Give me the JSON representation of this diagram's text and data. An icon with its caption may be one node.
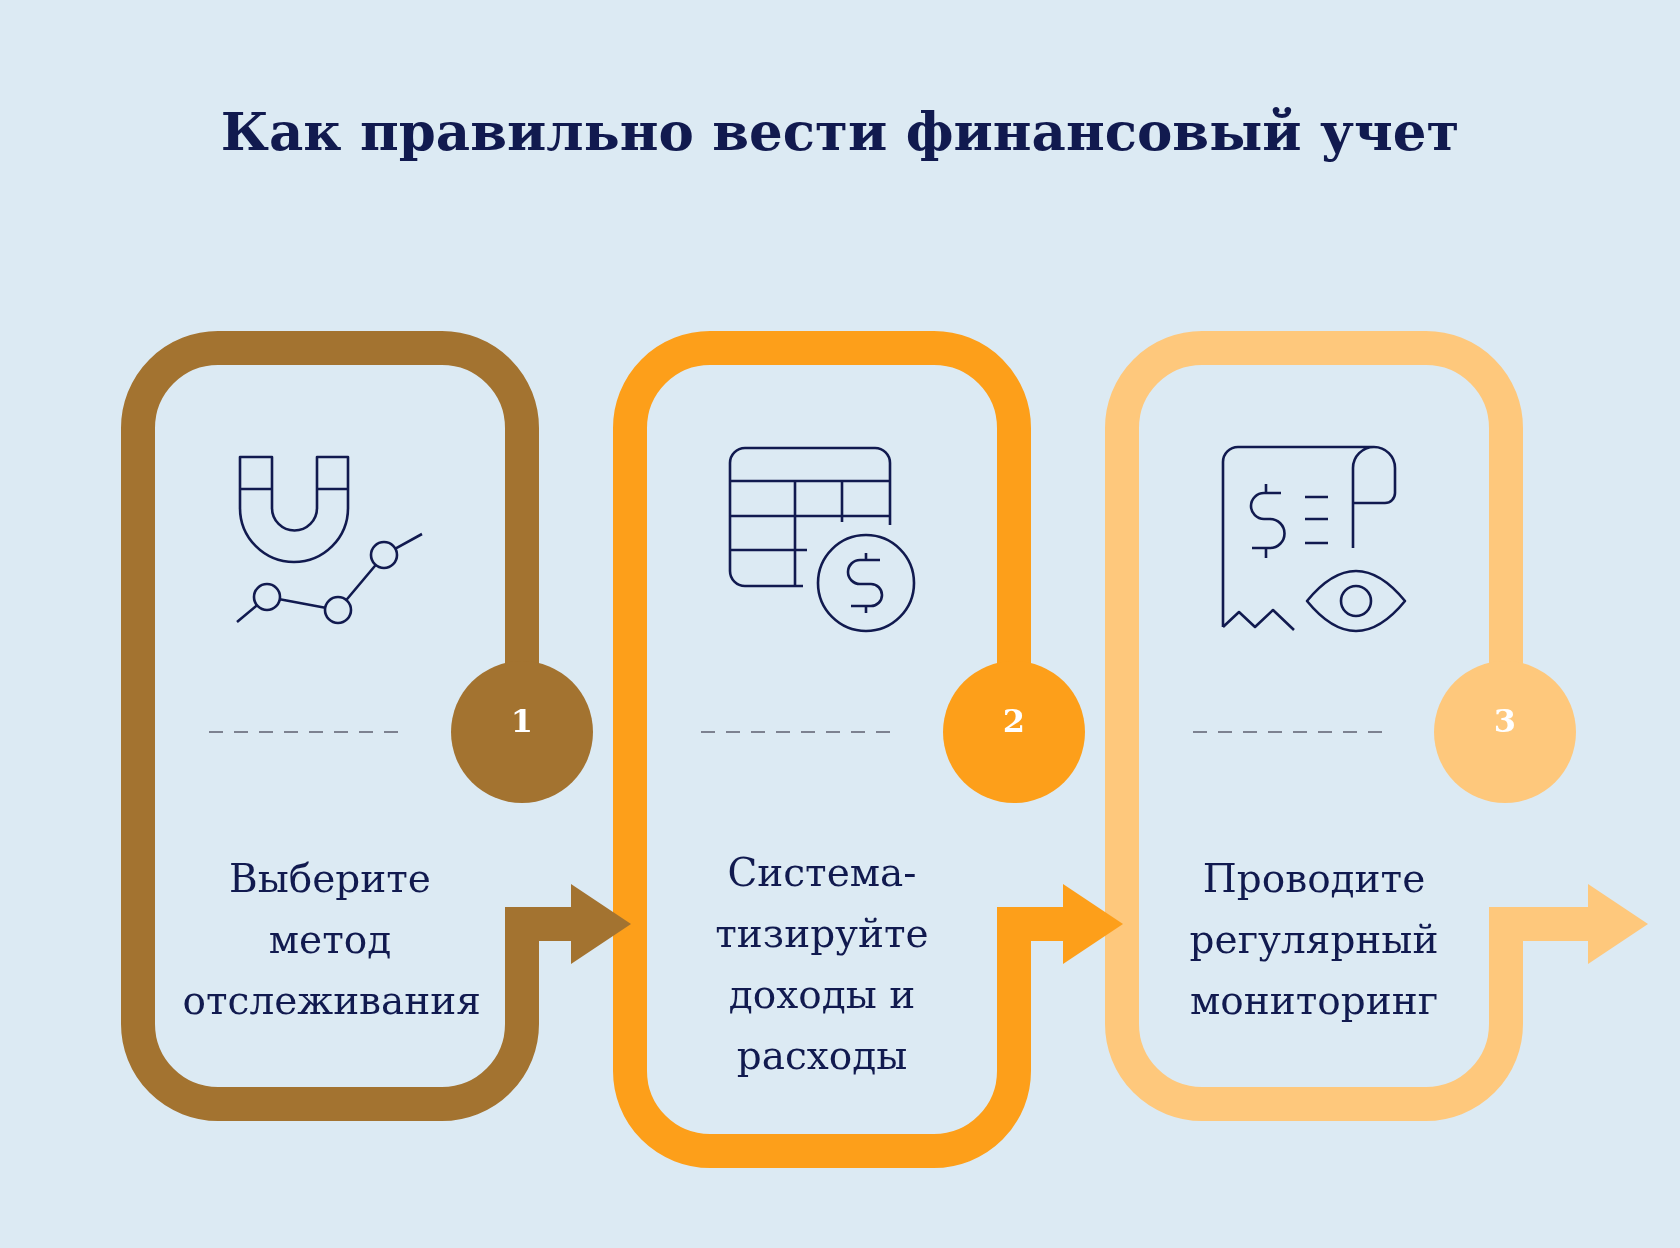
{
  "diagram": {
    "title": "Как правильно вести финансовый учет",
    "nodes": [
      {
        "text": [
          "Выберите метод отслеживания"
        ]
      },
      {
        "text": [
          "1"
        ]
      },
      {
        "text": [
          "Система- тизируйте доходы и расходы"
        ]
      },
      {
        "text": [
          "2"
        ]
      },
      {
        "text": [
          "Проводите регулярный мониторинг"
        ]
      },
      {
        "text": [
          "3"
        ]
      }
    ],
    "edges": [
      {
        "from": 0,
        "to": 2,
        "arrow": "to",
        "color": "#a37330"
      },
      {
        "from": 2,
        "to": 4,
        "arrow": "to",
        "color": "#fd9f1a"
      },
      {
        "from": 4,
        "to": null,
        "arrow": "to",
        "color": "#fec87c"
      }
    ]
  }
}
